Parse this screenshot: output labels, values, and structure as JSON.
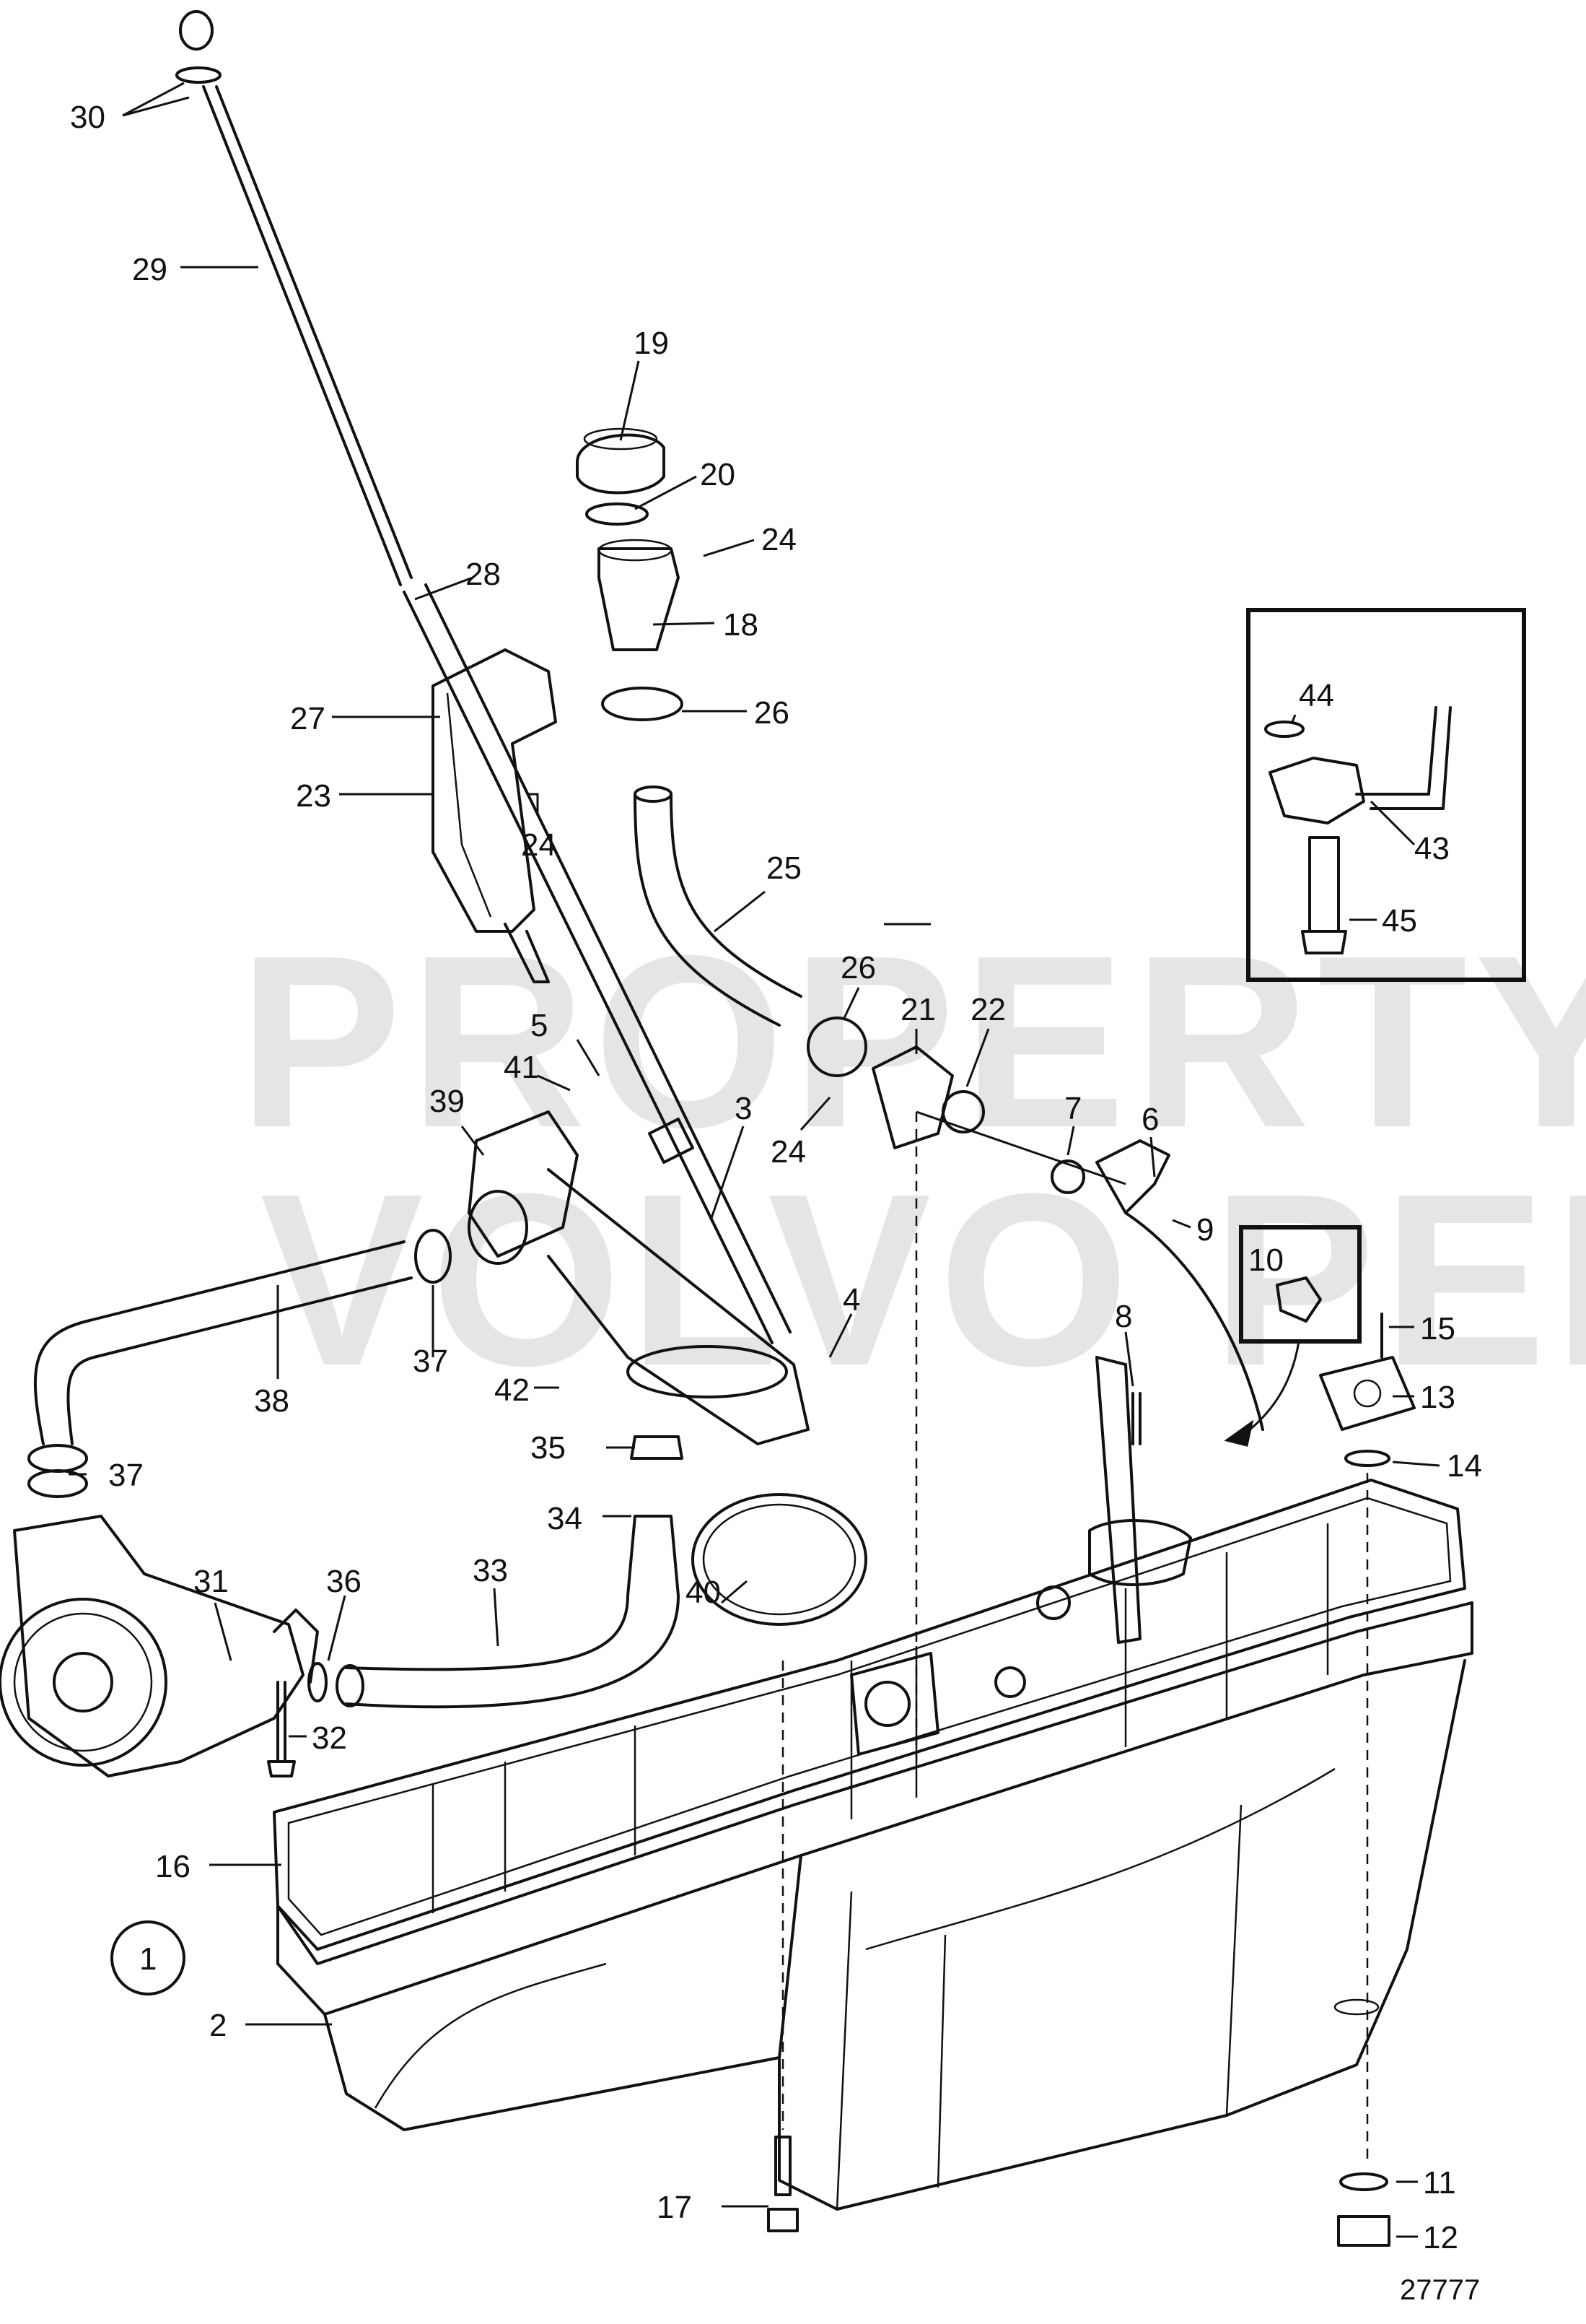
{
  "watermark": {
    "line1": "PROPERTY OF",
    "line2": "VOLVO PENTA"
  },
  "view_marker": "1",
  "drawing_number": "27777",
  "callouts": [
    "30",
    "29",
    "19",
    "20",
    "24",
    "28",
    "18",
    "27",
    "26",
    "23",
    "24",
    "25",
    "26",
    "21",
    "22",
    "5",
    "41",
    "3",
    "39",
    "24",
    "7",
    "6",
    "9",
    "10",
    "15",
    "13",
    "38",
    "37",
    "42",
    "4",
    "8",
    "14",
    "37",
    "35",
    "34",
    "31",
    "36",
    "33",
    "40",
    "32",
    "16",
    "2",
    "17",
    "11",
    "12",
    "44",
    "43",
    "45"
  ]
}
